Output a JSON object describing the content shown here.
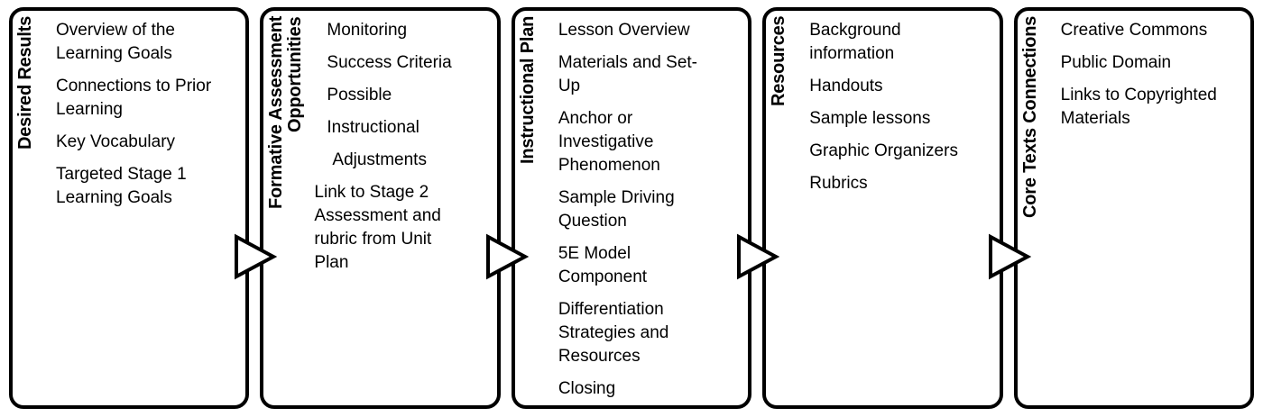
{
  "diagram": {
    "type": "process-flow",
    "colors": {
      "background": "#ffffff",
      "line": "#000000",
      "text": "#000000",
      "arrow_fill": "#ffffff"
    },
    "arrows": {
      "count": 4,
      "direction": "right",
      "style": "outlined-triangle"
    },
    "boxes": [
      {
        "label": "Desired Results",
        "items": [
          "Overview of the\nLearning Goals",
          "Connections to Prior\nLearning",
          "Key Vocabulary",
          "Targeted Stage 1\nLearning Goals"
        ]
      },
      {
        "label": "Formative Assessment\nOpportunities",
        "items": [
          "Monitoring",
          "Success Criteria",
          "Possible",
          "Instructional",
          "Adjustments",
          "Link to Stage 2\nAssessment and\nrubric from Unit\nPlan"
        ]
      },
      {
        "label": "Instructional Plan",
        "items": [
          "Lesson Overview",
          "Materials and Set-\nUp",
          "Anchor or\nInvestigative\nPhenomenon",
          "Sample Driving\nQuestion",
          "5E Model\nComponent",
          "Differentiation\nStrategies and\nResources",
          "Closing"
        ]
      },
      {
        "label": "Resources",
        "items": [
          "Background\ninformation",
          "Handouts",
          "Sample lessons",
          "Graphic Organizers",
          "Rubrics"
        ]
      },
      {
        "label": "Core Texts Connections",
        "items": [
          "Creative Commons",
          "Public Domain",
          "Links to Copyrighted\nMaterials"
        ]
      }
    ]
  }
}
